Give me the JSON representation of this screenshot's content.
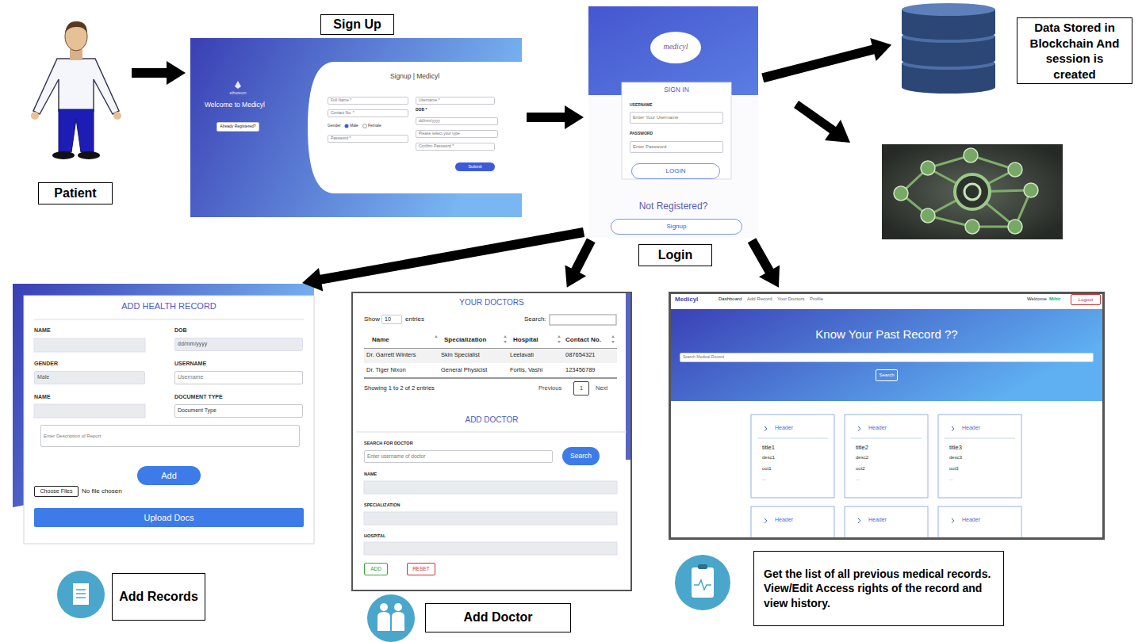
{
  "diagram": {
    "nodes": [
      {
        "text": [
          "Patient"
        ]
      },
      {
        "text": [
          "Sign Up",
          "ethereum",
          "Welcome to Medicyl",
          "Already Registered?",
          "Signup | Medicyl",
          "Full Name *",
          "Username *",
          "Contact No. *",
          "DOB *",
          "Gender",
          "Male",
          "Female",
          "dd/mm/yyyy",
          "Please select your type",
          "Password *",
          "Confirm Password *",
          "Submit"
        ]
      },
      {
        "text": [
          "medicyl",
          "SIGN IN",
          "USERNAME",
          "Enter Your Username",
          "PASSWORD",
          "Enter Password",
          "LOGIN",
          "Not Registered?",
          "Signup",
          "Login"
        ]
      },
      {
        "text": [
          "Data Stored in Blockchain And session is created"
        ]
      },
      {
        "text": [
          "ADD HEALTH RECORD",
          "NAME",
          "DOB",
          "dd/mm/yyyy",
          "GENDER",
          "USERNAME",
          "Male",
          "Username",
          "NAME",
          "DOCUMENT TYPE",
          "Document Type",
          "Enter Description of Report",
          "Add",
          "Choose Files",
          "No file chosen",
          "Upload Docs",
          "Add Records"
        ]
      },
      {
        "text": [
          "YOUR DOCTORS",
          "Show",
          "10",
          "entries",
          "Search:",
          "Name",
          "Specialization",
          "Hospital",
          "Contact No.",
          "Dr. Garrett Winters",
          "Skin Specialist",
          "Leelavati",
          "087654321",
          "Dr. Tiger Nixon",
          "General Physicist",
          "Fortis, Vashi",
          "123456789",
          "Showing 1 to 2 of 2 entries",
          "Previous",
          "1",
          "Next",
          "ADD DOCTOR",
          "SEARCH FOR DOCTOR",
          "Enter username of doctor",
          "Search",
          "NAME",
          "SPECIALIZATION",
          "HOSPITAL",
          "ADD",
          "RESET",
          "Add Doctor"
        ]
      },
      {
        "text": [
          "Medicyl",
          "Dashboard",
          "Add Record",
          "Your Doctors",
          "Profile",
          "Welcome",
          "Mihir",
          "Logout",
          "Know Your Past Record ??",
          "Search Medical Record",
          "Search",
          "Header",
          "title1",
          "desc1",
          "out1",
          "...",
          "Header",
          "title2",
          "desc2",
          "out2",
          "...",
          "Header",
          "title3",
          "desc3",
          "out3",
          "...",
          "Header",
          "Header",
          "Header",
          "Get the list of all previous medical records. View/Edit Access rights of the record and view history."
        ]
      }
    ],
    "edges": [
      {
        "from": 0,
        "to": 1,
        "arrow": "to"
      },
      {
        "from": 1,
        "to": 2,
        "arrow": "to"
      },
      {
        "from": 2,
        "to": 3,
        "arrow": "to"
      },
      {
        "from": 2,
        "to": 4,
        "arrow": "to"
      },
      {
        "from": 2,
        "to": 5,
        "arrow": "to"
      },
      {
        "from": 2,
        "to": 6,
        "arrow": "to"
      }
    ]
  }
}
